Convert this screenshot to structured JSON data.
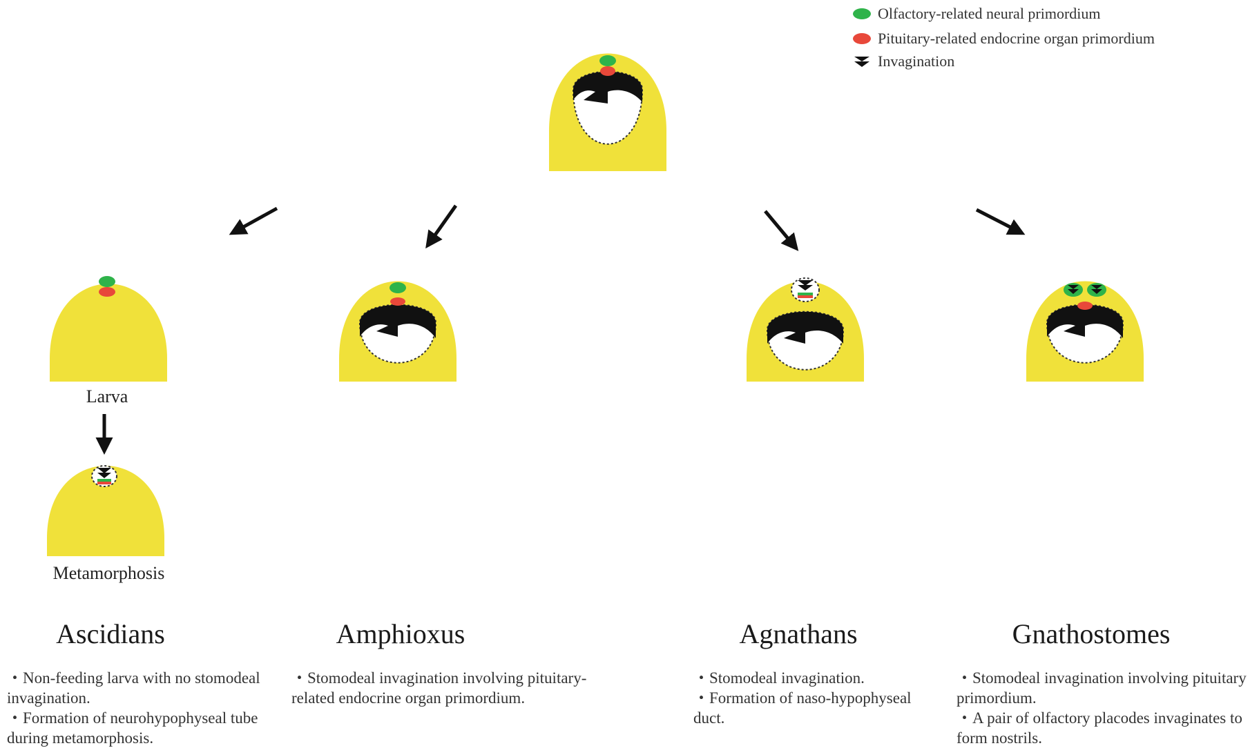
{
  "legend": {
    "olfactory": "Olfactory-related neural primordium",
    "pituitary": "Pituitary-related endocrine organ primordium",
    "invagination": "Invagination"
  },
  "captions": {
    "larva": "Larva",
    "metamorphosis": "Metamorphosis"
  },
  "groups": [
    {
      "title": "Ascidians",
      "points": [
        "・Non-feeding larva with no stomodeal invagination.",
        "・Formation of neurohypophyseal tube during metamorphosis."
      ]
    },
    {
      "title": "Amphioxus",
      "points": [
        "・Stomodeal invagination involving pituitary-related endocrine organ primordium."
      ]
    },
    {
      "title": "Agnathans",
      "points": [
        "・Stomodeal invagination.",
        "・Formation of naso-hypophyseal duct."
      ]
    },
    {
      "title": "Gnathostomes",
      "points": [
        "・Stomodeal invagination involving pituitary primordium.",
        "・A pair of olfactory placodes invaginates to form nostrils."
      ]
    }
  ],
  "colors": {
    "head": "#f0e13a",
    "olfactory": "#2fb34a",
    "pituitary": "#e8483a",
    "invagination": "#111111"
  }
}
